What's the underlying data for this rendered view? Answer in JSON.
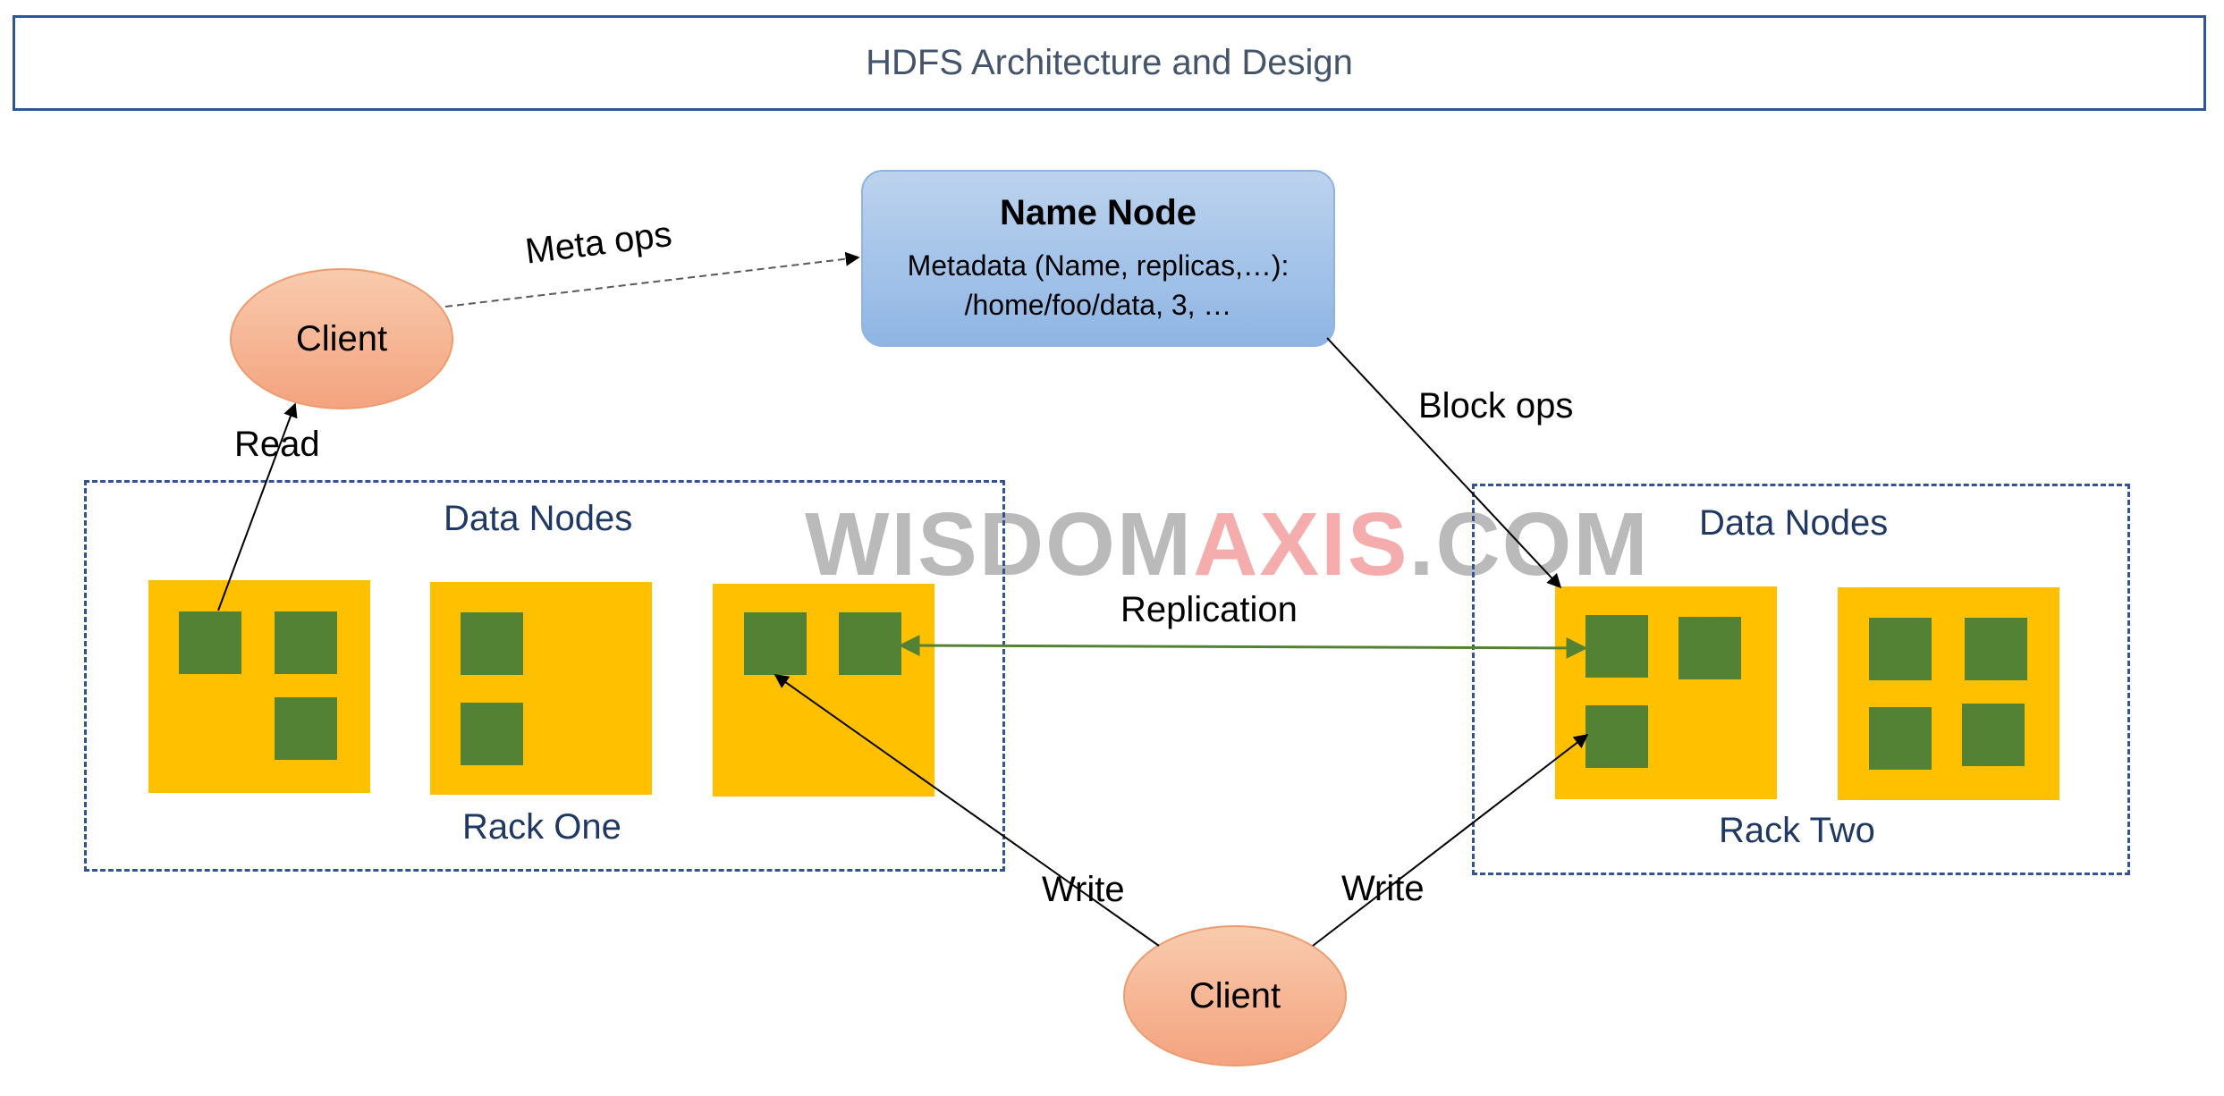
{
  "title": "HDFS Architecture and Design",
  "name_node": {
    "title": "Name Node",
    "metadata_line1": "Metadata (Name, replicas,…):",
    "metadata_line2": "/home/foo/data, 3, …"
  },
  "clients": {
    "top": "Client",
    "bottom": "Client"
  },
  "edges": {
    "meta_ops": "Meta ops",
    "block_ops": "Block ops",
    "read": "Read",
    "replication": "Replication",
    "write_left": "Write",
    "write_right": "Write"
  },
  "racks": {
    "one": {
      "title": "Data Nodes",
      "name": "Rack One"
    },
    "two": {
      "title": "Data Nodes",
      "name": "Rack Two"
    }
  },
  "watermark": {
    "part1": "WISDOM",
    "part2": "AXIS",
    "part3": ".COM"
  },
  "colors": {
    "data_node": "#ffc000",
    "block": "#548235",
    "rack_border": "#2f5597",
    "replication_arrow": "#548235",
    "client_fill": "#f4b183",
    "name_node_fill": "#9dc3e6"
  }
}
